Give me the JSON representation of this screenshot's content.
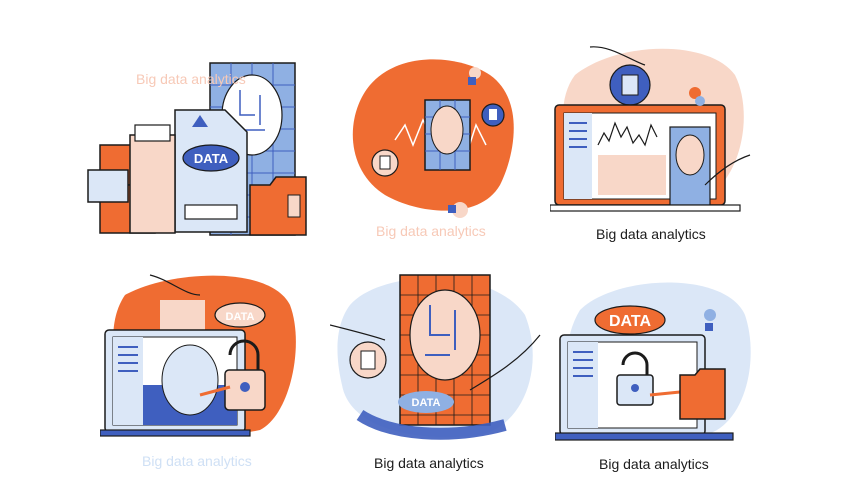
{
  "colors": {
    "orange": "#ef6c32",
    "peach": "#f8d7c8",
    "blue": "#3f5fbf",
    "light_blue": "#dbe7f7",
    "mid_blue": "#8fb0e3",
    "line": "#1b1b1b"
  },
  "panels": [
    {
      "caption": "Big data analytics",
      "badge": "DATA"
    },
    {
      "caption": "Big data analytics"
    },
    {
      "caption": "Big data analytics"
    },
    {
      "caption": "Big data analytics",
      "badge": "DATA"
    },
    {
      "caption": "Big data analytics",
      "badge": "DATA"
    },
    {
      "caption": "Big data analytics",
      "badge": "DATA"
    }
  ]
}
